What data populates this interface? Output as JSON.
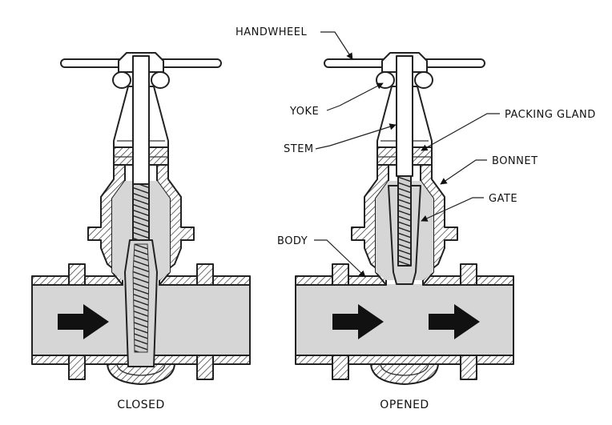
{
  "labels": {
    "handwheel": "HANDWHEEL",
    "yoke": "YOKE",
    "stem": "STEM",
    "packing_gland": "PACKING GLAND",
    "bonnet": "BONNET",
    "gate": "GATE",
    "body": "BODY"
  },
  "captions": {
    "closed": "CLOSED",
    "opened": "OPENED"
  },
  "colors": {
    "fill": "#d6d6d6",
    "outline": "#222222",
    "arrow": "#111111",
    "background": "#ffffff"
  }
}
